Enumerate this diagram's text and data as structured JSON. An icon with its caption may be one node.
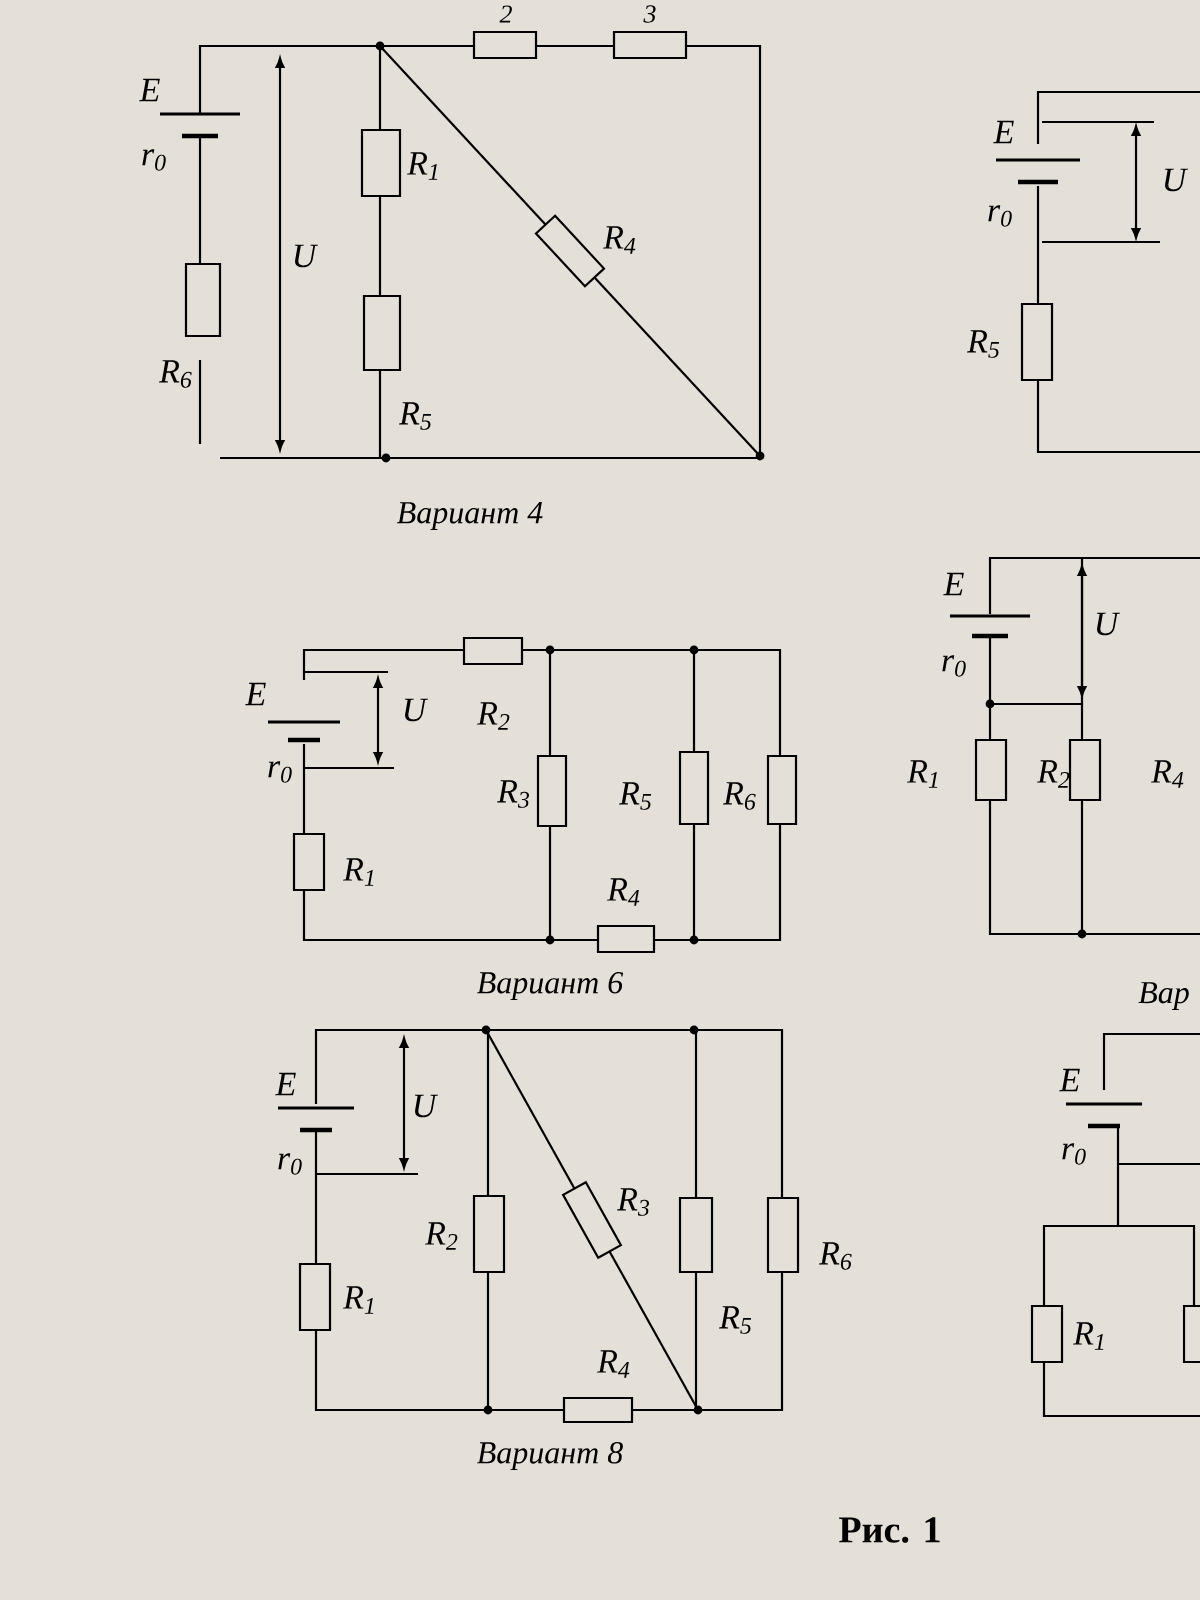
{
  "diagram": {
    "caption": "Рис. 1",
    "labels": [
      "2",
      "3",
      "E",
      "r$_{0}$",
      "R$_{1}$",
      "U",
      "R$_{4}$",
      "R$_{6}$",
      "R$_{5}$",
      "Вариант 4",
      "E",
      "r$_{0}$",
      "U",
      "R$_{5}$",
      "E",
      "U",
      "R$_{2}$",
      "r$_{0}$",
      "R$_{3}$",
      "R$_{5}$",
      "R$_{6}$",
      "R$_{1}$",
      "R$_{4}$",
      "Вариант 6",
      "E",
      "U",
      "r$_{0}$",
      "R$_{1}$",
      "R$_{2}$",
      "R$_{4}$",
      "Вар",
      "E",
      "U",
      "r$_{0}$",
      "R$_{2}$",
      "R$_{3}$",
      "R$_{1}$",
      "R$_{6}$",
      "R$_{5}$",
      "R$_{4}$",
      "Вариант 8",
      "E",
      "r$_{0}$",
      "R$_{1}$"
    ]
  }
}
